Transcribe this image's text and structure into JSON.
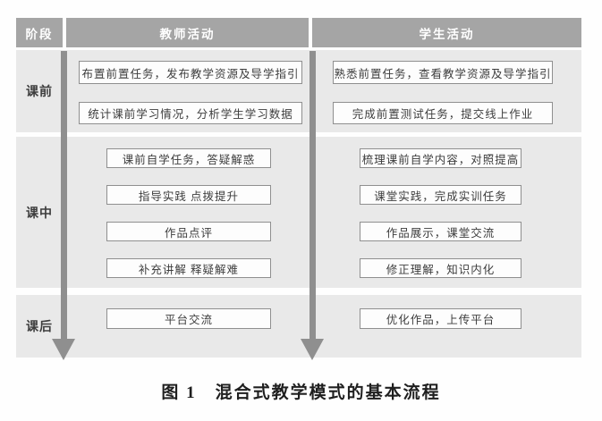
{
  "header": {
    "stage": "阶段",
    "teacher": "教师活动",
    "student": "学生活动"
  },
  "rows": [
    {
      "stage": "课前",
      "teacher": [
        "布置前置任务，发布教学资源及导学指引",
        "统计课前学习情况，分析学生学习数据"
      ],
      "student": [
        "熟悉前置任务，查看教学资源及导学指引",
        "完成前置测试任务，提交线上作业"
      ]
    },
    {
      "stage": "课中",
      "teacher": [
        "课前自学任务，答疑解惑",
        "指导实践 点拨提升",
        "作品点评",
        "补充讲解 释疑解难"
      ],
      "student": [
        "梳理课前自学内容，对照提高",
        "课堂实践，完成实训任务",
        "作品展示，课堂交流",
        "修正理解，知识内化"
      ]
    },
    {
      "stage": "课后",
      "teacher": [
        "平台交流"
      ],
      "student": [
        "优化作品，上传平台"
      ]
    }
  ],
  "caption": "图 1　混合式教学模式的基本流程",
  "icons": {
    "flow_arrow": "down-arrow"
  },
  "colors": {
    "header-bg": "#a5a5a5",
    "header-text": "#ffffff",
    "row-bg": "#e9e9e9",
    "arrow": "#8f8f8f",
    "box-border": "#8f8f8f",
    "box-bg": "#fdfdfd",
    "box-text": "#3d3d3d",
    "stage-text": "#3d3d3d",
    "caption-text": "#1f1f1f"
  }
}
